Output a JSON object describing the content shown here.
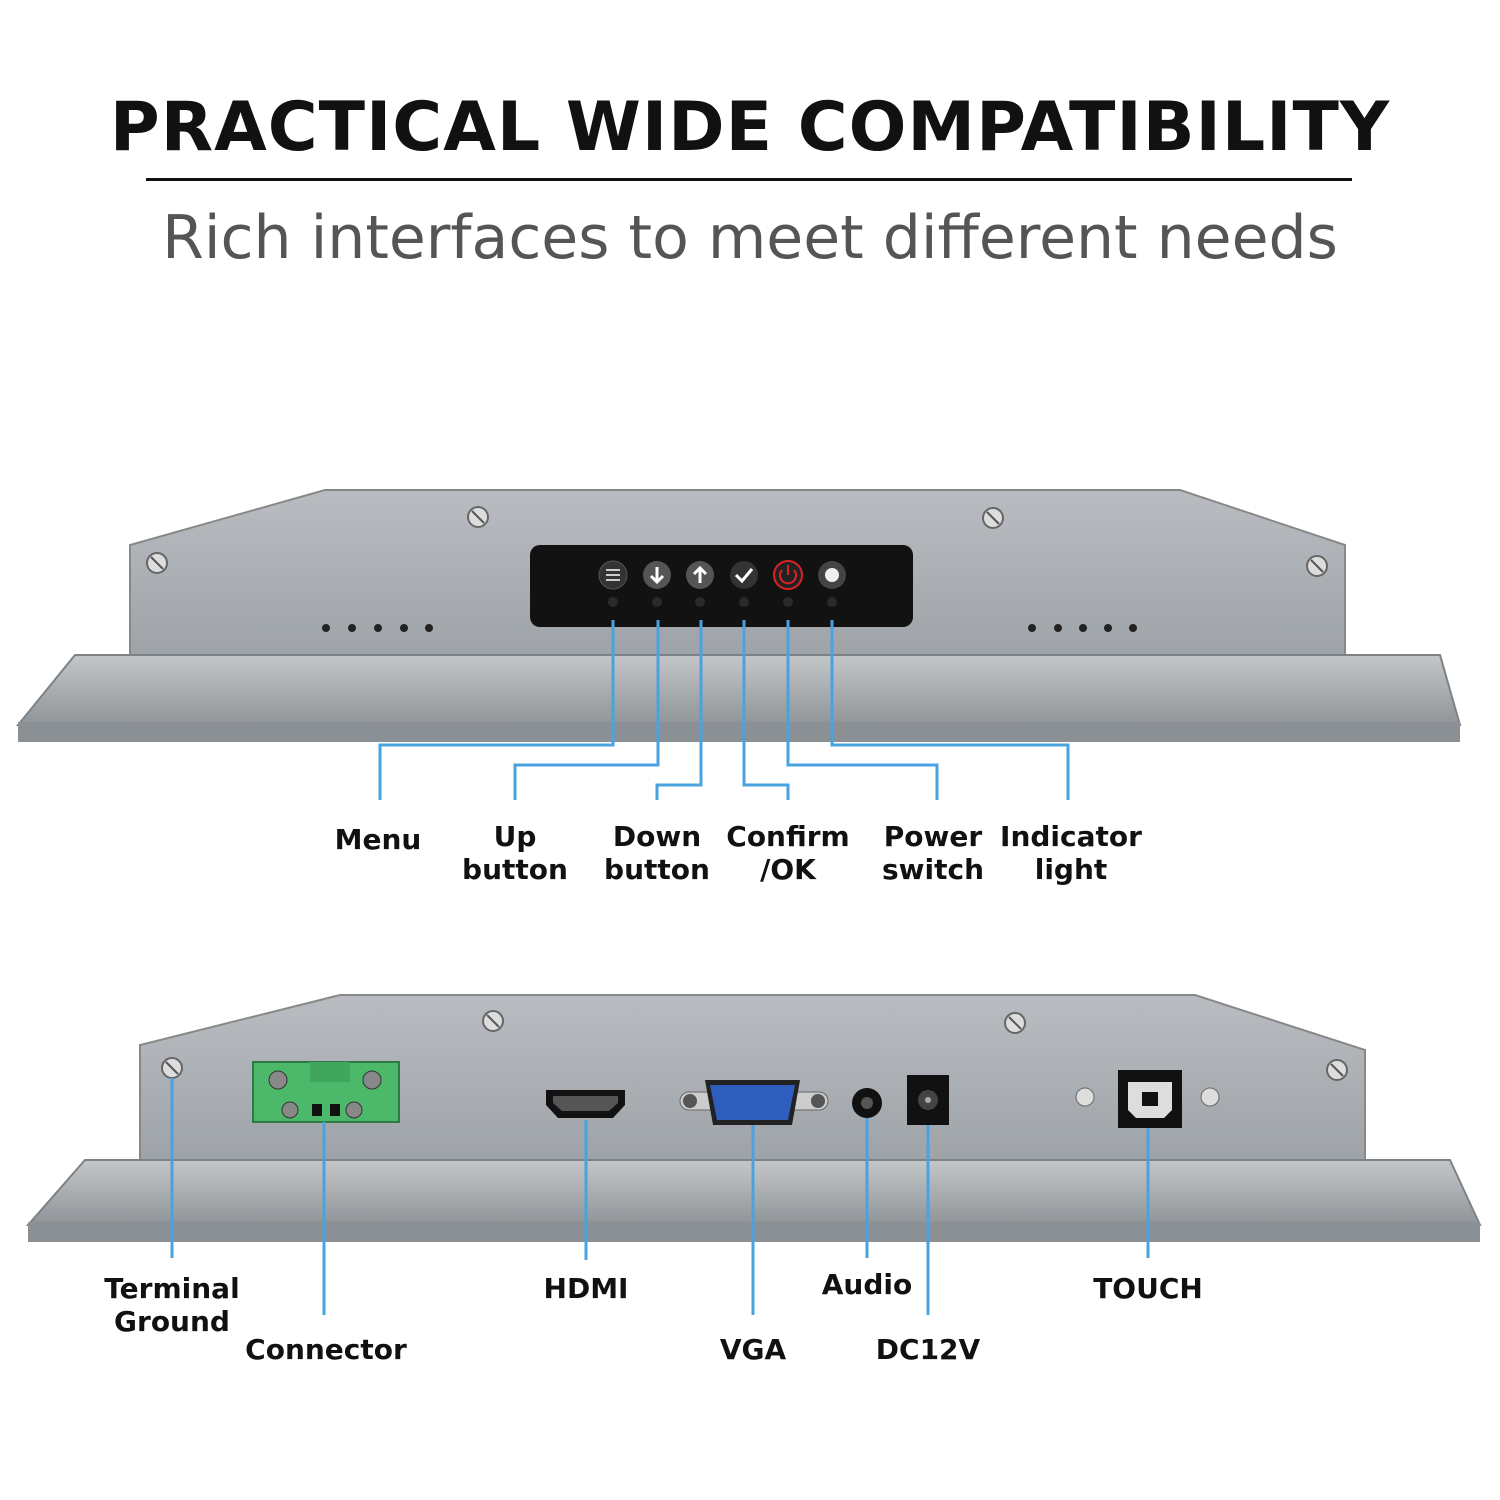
{
  "header": {
    "title": "PRACTICAL WIDE COMPATIBILITY",
    "subtitle": "Rich interfaces to meet different needs"
  },
  "top_panel": {
    "labels": {
      "menu": "Menu",
      "up": "Up\nbutton",
      "down": "Down\nbutton",
      "confirm": "Confirm\n/OK",
      "power": "Power\nswitch",
      "indicator": "Indicator\nlight"
    }
  },
  "bottom_panel": {
    "labels": {
      "terminal_ground": "Terminal\nGround",
      "connector": "Connector",
      "hdmi": "HDMI",
      "vga": "VGA",
      "audio": "Audio",
      "dc12v": "DC12V",
      "touch": "TOUCH"
    }
  },
  "colors": {
    "leader_line": "#4aa3e0",
    "housing": "#a9aeb3",
    "terminal_green": "#4cb86a",
    "vga_blue": "#2e5fbf",
    "power_red": "#d22"
  }
}
